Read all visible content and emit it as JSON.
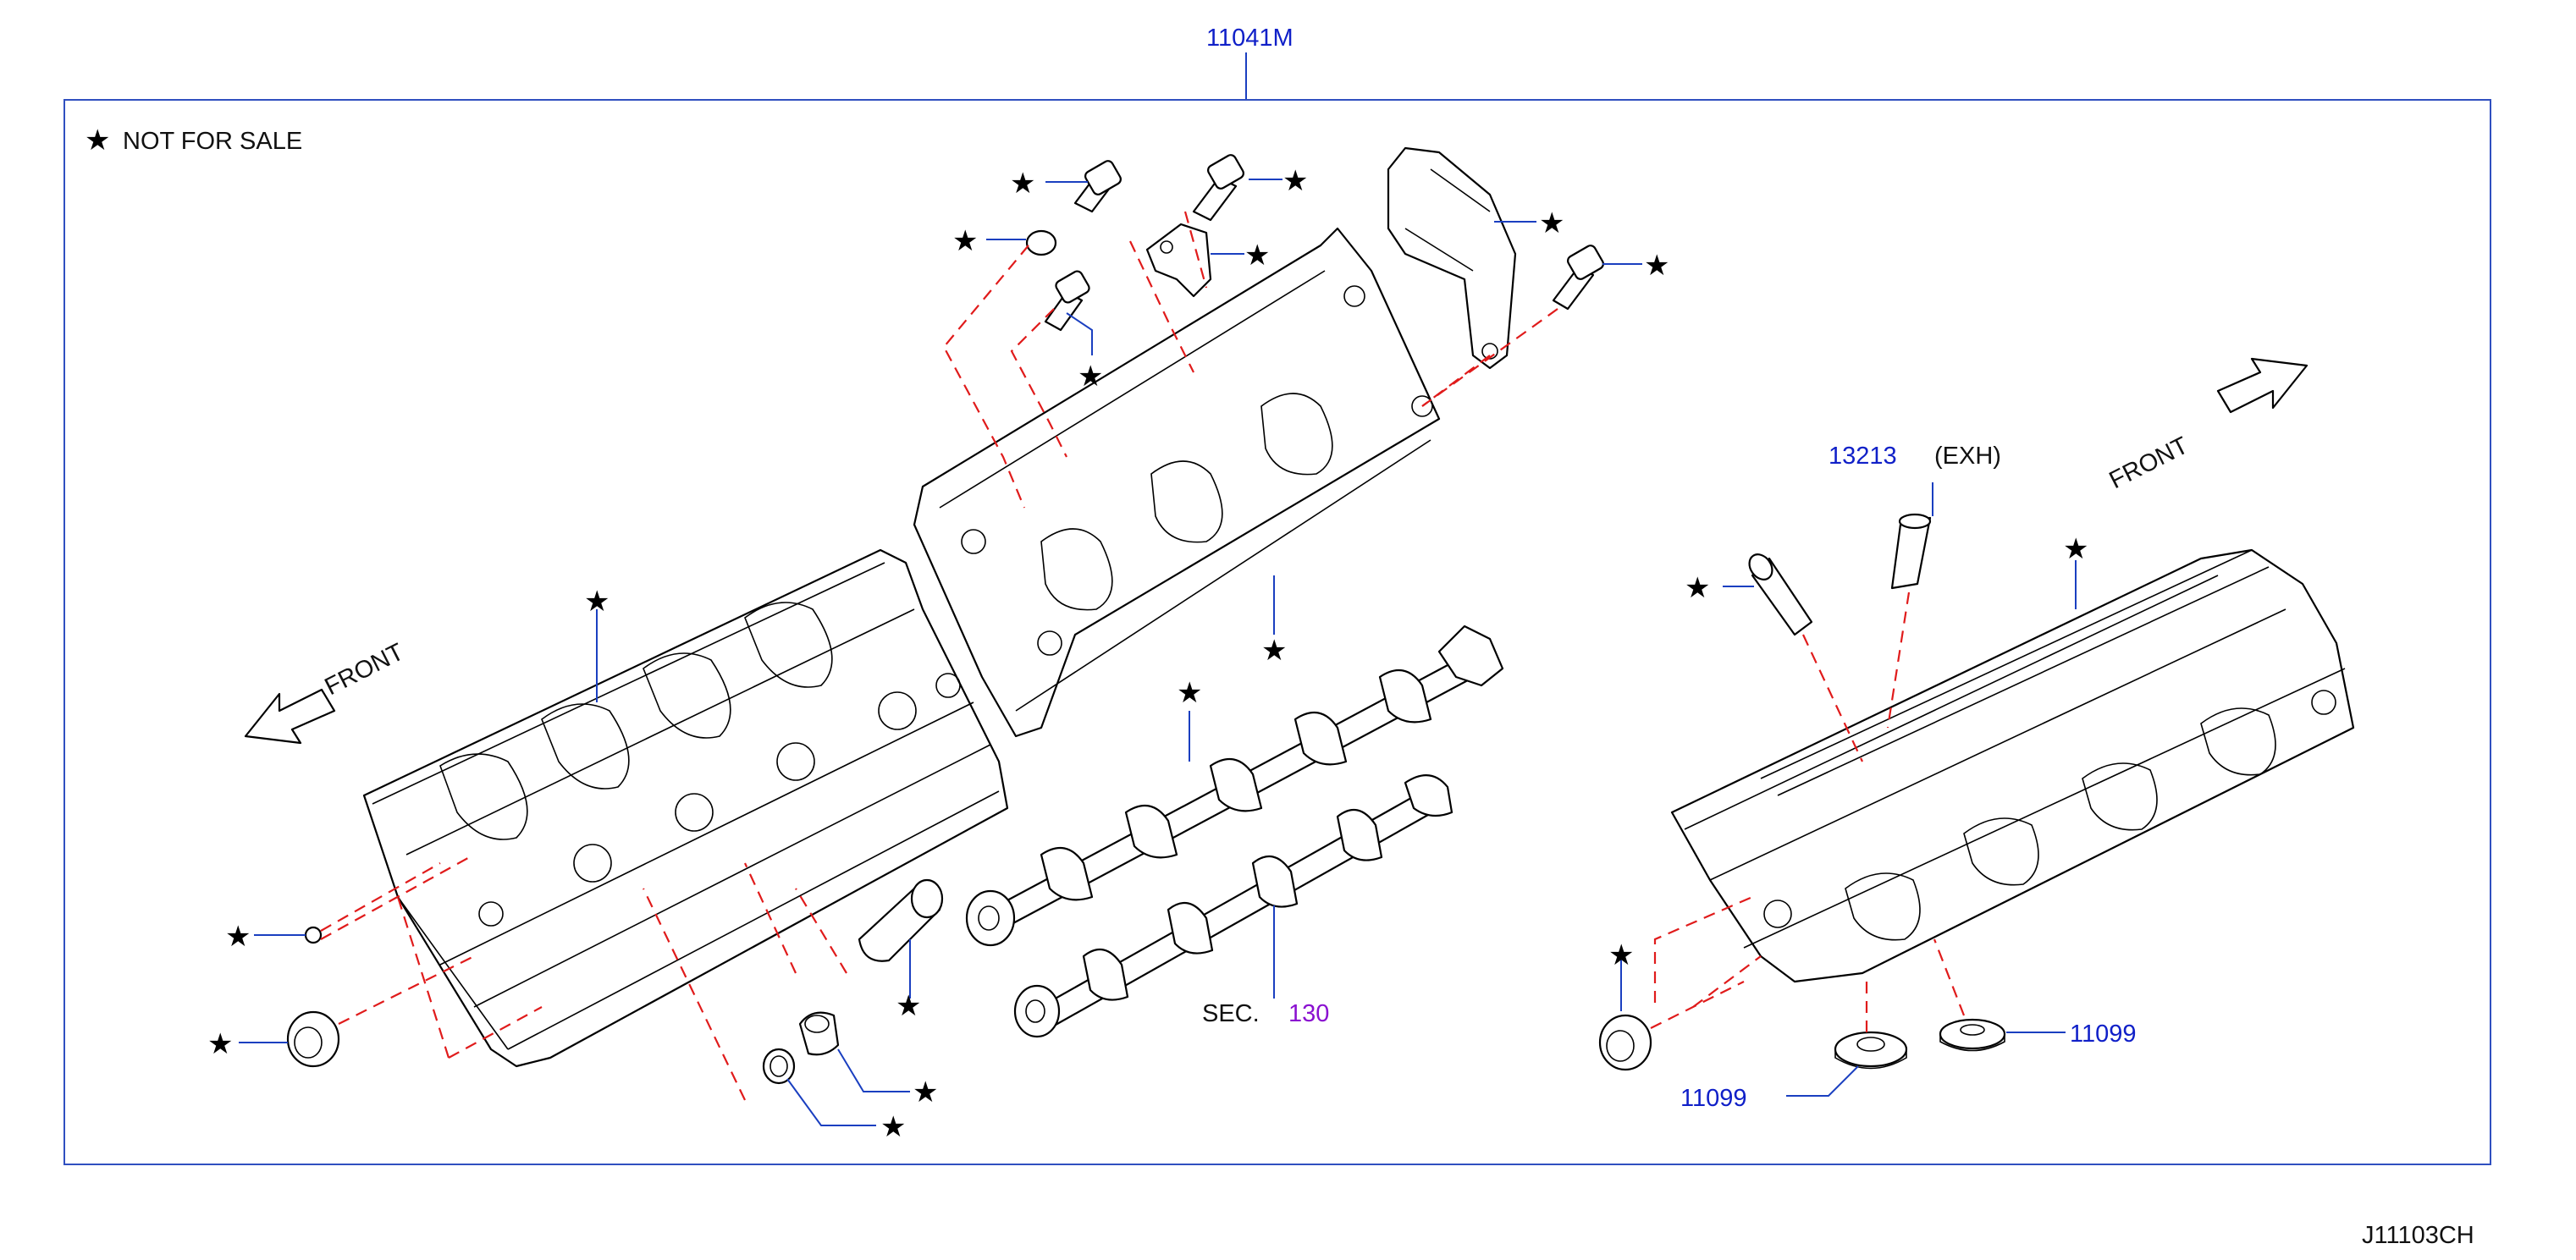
{
  "diagram": {
    "assembly_part_number": "11041M",
    "drawing_code": "J11103CH",
    "legend": {
      "symbol": "★",
      "text": "NOT  FOR  SALE"
    },
    "front_labels": [
      "FRONT",
      "FRONT"
    ],
    "section_reference": {
      "prefix": "SEC.",
      "number": "130"
    },
    "callouts": {
      "exhaust_part_number": "13213",
      "exhaust_suffix": "(EXH)",
      "seal_part_number_right": "11099",
      "seal_part_number_bottom": "11099"
    },
    "not_for_sale_marker": "★",
    "colors": {
      "part_number": "#1020c8",
      "section_number": "#8a10d0",
      "leader_line": "#1a3fc0",
      "dashed_guide": "#e01b1b",
      "frame": "#3050c0"
    }
  }
}
